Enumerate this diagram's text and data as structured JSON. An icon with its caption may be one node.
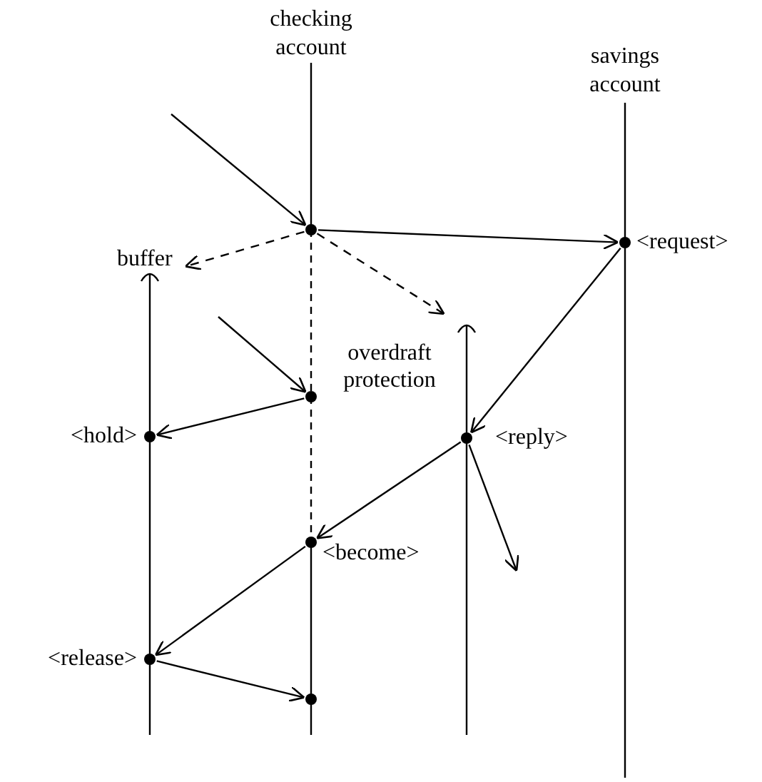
{
  "diagram": {
    "nodes": [
      {
        "text": [
          "checking account"
        ]
      },
      {
        "text": [
          "savings account"
        ]
      },
      {
        "text": [
          "buffer"
        ]
      },
      {
        "text": [
          "overdraft protection"
        ]
      },
      {
        "text": [],
        "shape": "circle"
      },
      {
        "text": [],
        "shape": "circle",
        "beside": [
          "<request>"
        ]
      },
      {
        "text": [],
        "shape": "circle"
      },
      {
        "text": [],
        "shape": "circle",
        "beside": [
          "<hold>"
        ]
      },
      {
        "text": [],
        "shape": "circle",
        "beside": [
          "<reply>"
        ]
      },
      {
        "text": [],
        "shape": "circle",
        "beside": [
          "<become>"
        ]
      },
      {
        "text": [],
        "shape": "circle",
        "beside": [
          "<release>"
        ]
      },
      {
        "text": [],
        "shape": "circle"
      }
    ],
    "edges": [
      {
        "from": null,
        "to": 4,
        "arrow": "to"
      },
      {
        "from": 4,
        "to": 5,
        "arrow": "to"
      },
      {
        "from": 4,
        "to": 2,
        "arrow": "to",
        "style": "dashed"
      },
      {
        "from": 4,
        "to": 3,
        "arrow": "to",
        "style": "dashed"
      },
      {
        "from": null,
        "to": 6,
        "arrow": "to"
      },
      {
        "from": 6,
        "to": 7,
        "arrow": "to"
      },
      {
        "from": 5,
        "to": 8,
        "arrow": "to"
      },
      {
        "from": 8,
        "to": 9,
        "arrow": "to"
      },
      {
        "from": 8,
        "to": null,
        "arrow": "to"
      },
      {
        "from": 9,
        "to": 10,
        "arrow": "to"
      },
      {
        "from": 10,
        "to": 11,
        "arrow": "to"
      }
    ]
  }
}
